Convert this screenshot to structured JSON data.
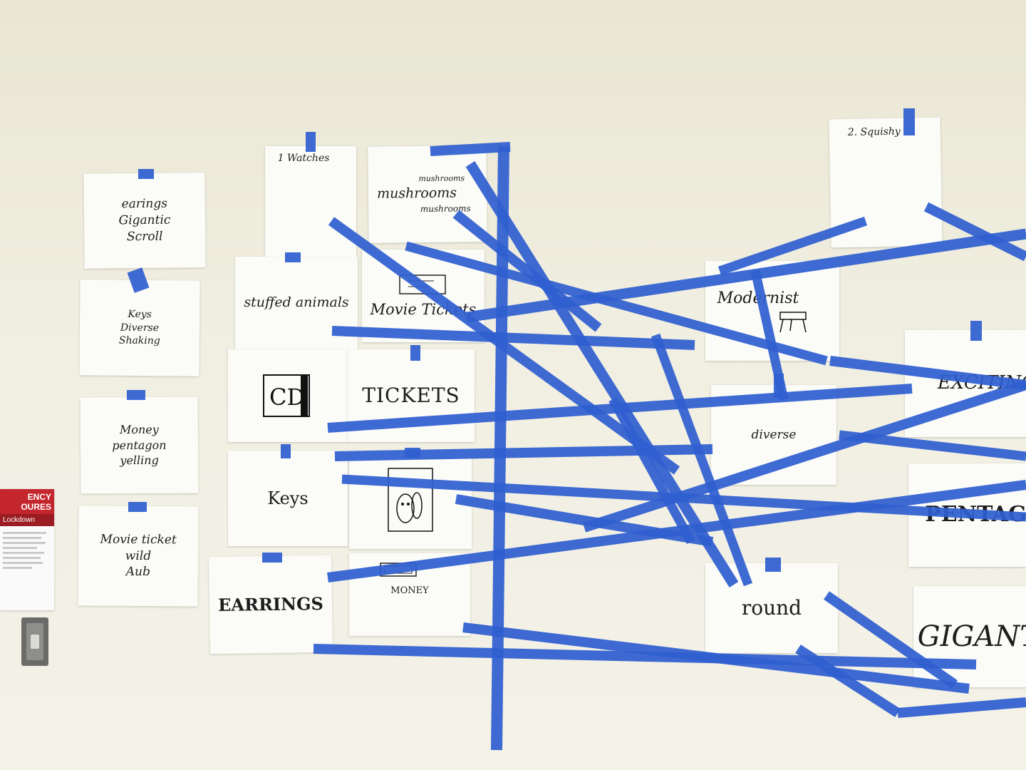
{
  "cards": {
    "earings": "earings\nGigantic\nScroll",
    "keys_diverse": "Keys\nDiverse\nShaking",
    "money_pentagon": "Money\npentagon\nyelling",
    "movie_wild": "Movie ticket\nwild\nAub",
    "watches": "1 Watches",
    "mushrooms_small": "mushrooms",
    "mushrooms_big": "mushrooms",
    "mushrooms_bottom": "mushrooms",
    "stuffed": "stuffed animals",
    "movie_tickets": "Movie Tickets",
    "cd": "CD",
    "tickets": "TICKETS",
    "keys": "Keys",
    "earrings": "EARRINGS",
    "money": "MONEY",
    "squishy": "2. Squishy",
    "modernist": "Modernist",
    "diverse": "diverse",
    "round": "round",
    "exciting": "EXCITING",
    "pentagon": "PENTAGO",
    "gigantic": "GIGANTIC"
  },
  "sign": {
    "title": "ENCY\nOURES",
    "subtitle": "Lockdown"
  },
  "colors": {
    "tape": "#2f5fd0",
    "wall": "#f1efe2",
    "paper": "#fbfbf8",
    "sign_red": "#c4262e"
  }
}
